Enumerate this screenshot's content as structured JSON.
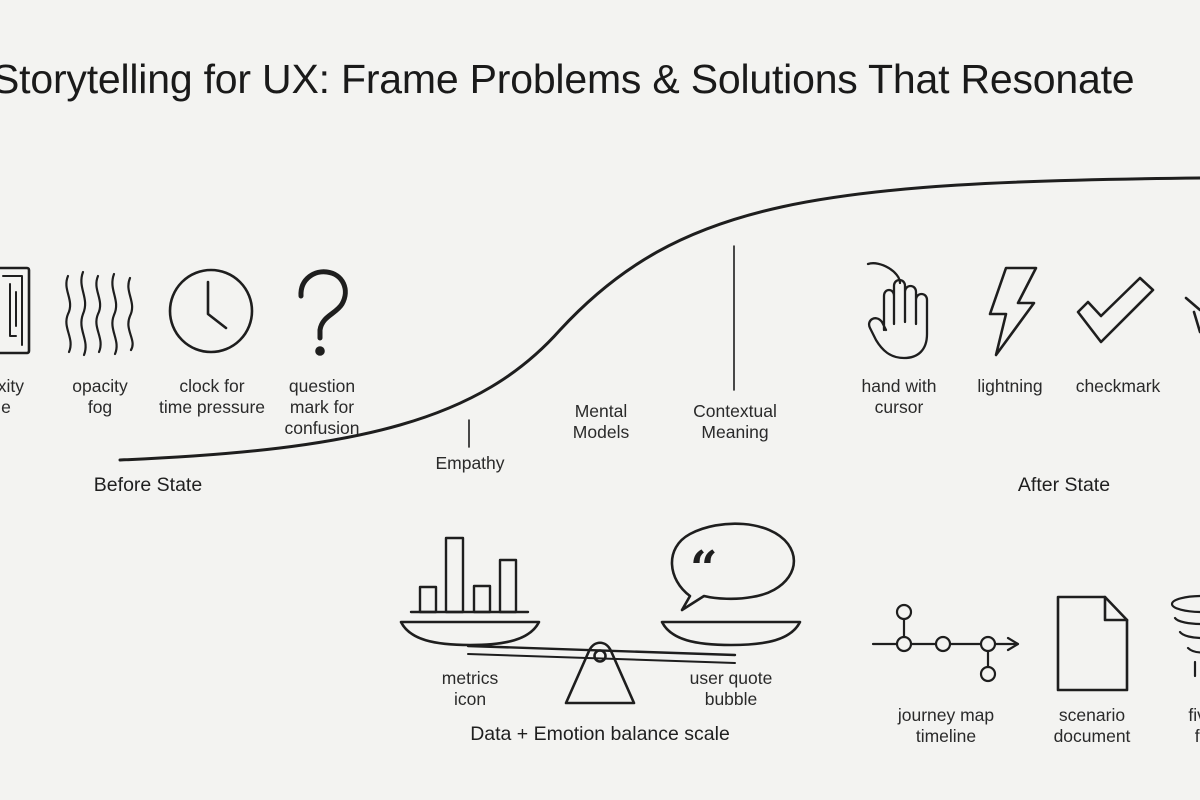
{
  "title": "Storytelling for UX: Frame Problems & Solutions That Resonate",
  "before_state": {
    "heading": "Before State",
    "icons": [
      {
        "label": "exity\ne",
        "icon": "maze-icon"
      },
      {
        "label": "opacity\nfog",
        "icon": "fog-icon"
      },
      {
        "label": "clock for\ntime pressure",
        "icon": "clock-icon"
      },
      {
        "label": "question\nmark for\nconfusion",
        "icon": "question-mark-icon"
      }
    ]
  },
  "curve_labels": {
    "empathy": "Empathy",
    "mental_models": "Mental\nModels",
    "contextual_meaning": "Contextual\nMeaning"
  },
  "after_state": {
    "heading": "After State",
    "icons": [
      {
        "label": "hand with\ncursor",
        "icon": "hand-cursor-icon"
      },
      {
        "label": "lightning",
        "icon": "lightning-icon"
      },
      {
        "label": "checkmark",
        "icon": "checkmark-icon"
      }
    ]
  },
  "balance_scale": {
    "caption": "Data + Emotion balance scale",
    "left_label": "metrics\nicon",
    "right_label": "user quote\nbubble",
    "quote_glyph": "“"
  },
  "artifacts": [
    {
      "label": "journey map\ntimeline",
      "icon": "timeline-icon"
    },
    {
      "label": "scenario\ndocument",
      "icon": "document-icon"
    },
    {
      "label": "five\nfu",
      "icon": "funnel-icon"
    }
  ],
  "colors": {
    "background": "#f3f3f1",
    "ink": "#1e1e1e"
  }
}
